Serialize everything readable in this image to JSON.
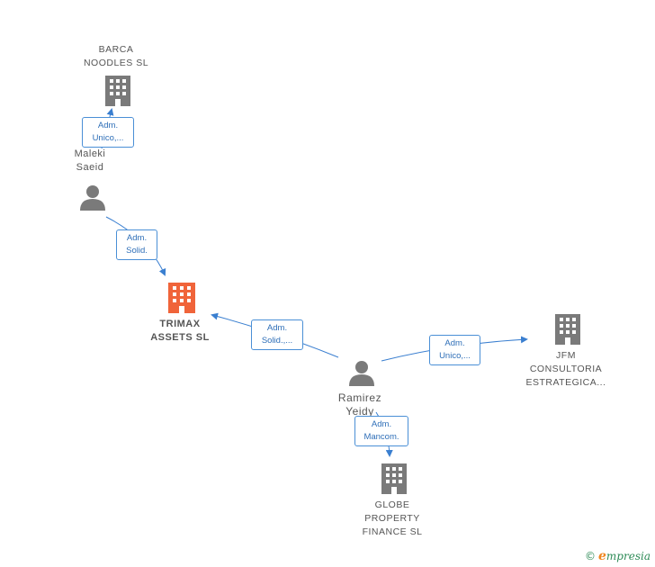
{
  "nodes": {
    "barca": {
      "lines": [
        "BARCA",
        "NOODLES  SL"
      ],
      "type": "company"
    },
    "maleki": {
      "lines": [
        "Maleki",
        "Saeid"
      ],
      "type": "person"
    },
    "trimax": {
      "lines": [
        "TRIMAX",
        "ASSETS  SL"
      ],
      "type": "company-focus"
    },
    "ramirez": {
      "lines": [
        "Ramirez",
        "Yeidy"
      ],
      "type": "person"
    },
    "jfm": {
      "lines": [
        "JFM",
        "CONSULTORIA",
        "ESTRATEGICA..."
      ],
      "type": "company"
    },
    "globe": {
      "lines": [
        "GLOBE",
        "PROPERTY",
        "FINANCE SL"
      ],
      "type": "company"
    }
  },
  "edges": {
    "maleki_barca": {
      "lines": [
        "Adm.",
        "Unico,..."
      ]
    },
    "maleki_trimax": {
      "lines": [
        "Adm.",
        "Solid."
      ]
    },
    "ramirez_trimax": {
      "lines": [
        "Adm.",
        "Solid.,..."
      ]
    },
    "ramirez_jfm": {
      "lines": [
        "Adm.",
        "Unico,..."
      ]
    },
    "ramirez_globe": {
      "lines": [
        "Adm.",
        "Mancom."
      ]
    }
  },
  "colors": {
    "edge": "#3a7fd0",
    "icon_gray": "#7a7a7a",
    "icon_focus": "#f0643a"
  },
  "brand": {
    "copyright": "©",
    "initial": "e",
    "name": "mpresia"
  }
}
